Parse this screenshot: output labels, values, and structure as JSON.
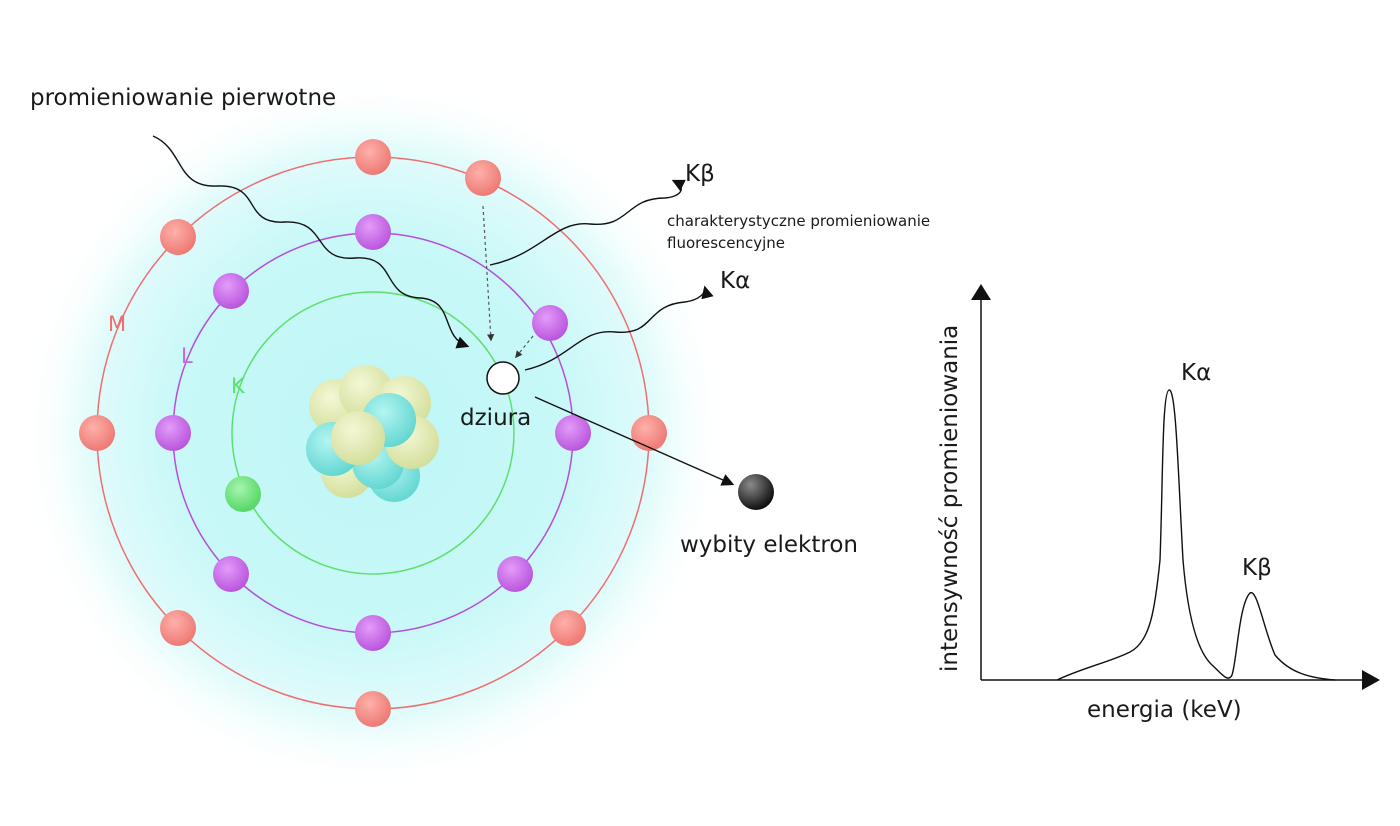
{
  "diagram": {
    "primary_radiation": "promieniowanie pierwotne",
    "char_radiation_line1": "charakterystyczne promieniowanie",
    "char_radiation_line2": "fluorescencyjne",
    "k_beta": "Kβ",
    "k_alpha": "Kα",
    "hole": "dziura",
    "ejected_electron": "wybity elektron",
    "shells": {
      "M": "M",
      "L": "L",
      "K": "K"
    },
    "colors": {
      "halo": "#c8f7f7",
      "shell_m": "#ef6f6f",
      "shell_l": "#b44fd6",
      "shell_k": "#5ee06e",
      "electron_m": "#f08a86",
      "electron_l": "#c664e8",
      "electron_k": "#6de07a",
      "proton": "#e2ecb0",
      "neutron": "#7ee3dd",
      "ejected": "#222222"
    }
  },
  "spectrum": {
    "ylabel": "intensywność promieniowania",
    "xlabel": "energia (keV)",
    "peak_alpha": "Kα",
    "peak_beta": "Kβ"
  }
}
